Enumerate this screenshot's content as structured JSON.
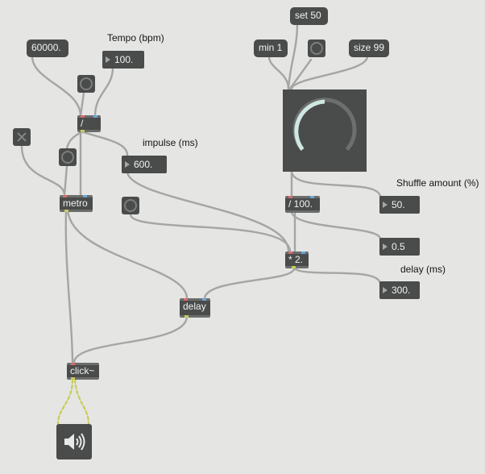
{
  "labels": {
    "tempo": "Tempo (bpm)",
    "impulse": "impulse (ms)",
    "shuffle": "Shuffle amount (%)",
    "delay": "delay (ms)"
  },
  "messages": {
    "m60000": "60000.",
    "set50": "set 50",
    "min1": "min 1",
    "size99": "size 99"
  },
  "numbers": {
    "tempo_value": "100.",
    "impulse_value": "600.",
    "shuffle_value": "50.",
    "ratio_value": "0.5",
    "delay_value": "300."
  },
  "objects": {
    "divide": "/",
    "metro": "metro",
    "divide100": "/ 100.",
    "mult2": "* 2.",
    "delay": "delay",
    "click": "click~"
  },
  "dial": {
    "value": 50,
    "min": 1,
    "size": 99
  },
  "icons": {
    "toggle": "x-toggle-icon",
    "speaker": "speaker-icon"
  },
  "colors": {
    "canvas": "#e5e5e3",
    "box": "#4a4b4b",
    "patch_cord": "#a4a6a4",
    "signal_cord": "#c8cc5a",
    "dial_arc": "#cfe8e4"
  }
}
